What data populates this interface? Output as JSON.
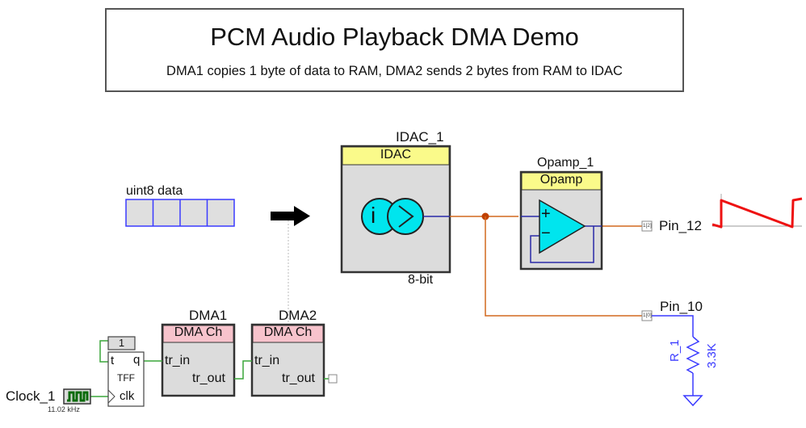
{
  "header": {
    "title": "PCM Audio Playback DMA Demo",
    "subtitle": "DMA1 copies 1 byte of data to RAM, DMA2 sends 2 bytes from RAM to IDAC"
  },
  "data_buffer": {
    "label": "uint8 data",
    "cell_count": 4
  },
  "idac": {
    "instance_name": "IDAC_1",
    "component_type": "IDAC",
    "resolution": "8-bit",
    "icon_text": "i"
  },
  "opamp": {
    "instance_name": "Opamp_1",
    "component_type": "Opamp",
    "plus_symbol": "+",
    "minus_symbol": "−"
  },
  "pins": {
    "pin12": {
      "name": "Pin_12",
      "port_label": "1[2]"
    },
    "pin10": {
      "name": "Pin_10",
      "port_label": "1[0]"
    }
  },
  "resistor": {
    "name": "R_1",
    "value": "3.3K"
  },
  "dma1": {
    "instance_name": "DMA1",
    "component_type": "DMA Ch",
    "in_terminal": "tr_in",
    "out_terminal": "tr_out"
  },
  "dma2": {
    "instance_name": "DMA2",
    "component_type": "DMA Ch",
    "in_terminal": "tr_in",
    "out_terminal": "tr_out"
  },
  "tff": {
    "type_label": "TFF",
    "t_terminal": "t",
    "q_terminal": "q",
    "clk_terminal": "clk",
    "constant": "1"
  },
  "clock": {
    "name": "Clock_1",
    "frequency": "11.02 kHz"
  },
  "colors": {
    "wire_green": "#3aa63a",
    "wire_orange": "#d2691e",
    "wire_blue": "#2a2aa8",
    "header_yellow": "#fafa8a",
    "header_pink": "#f7c3cc",
    "body_gray": "#dcdcdc",
    "cyan": "#00e5ee",
    "waveform_red": "#ee1111",
    "resistor_blue": "#3a3aff"
  }
}
